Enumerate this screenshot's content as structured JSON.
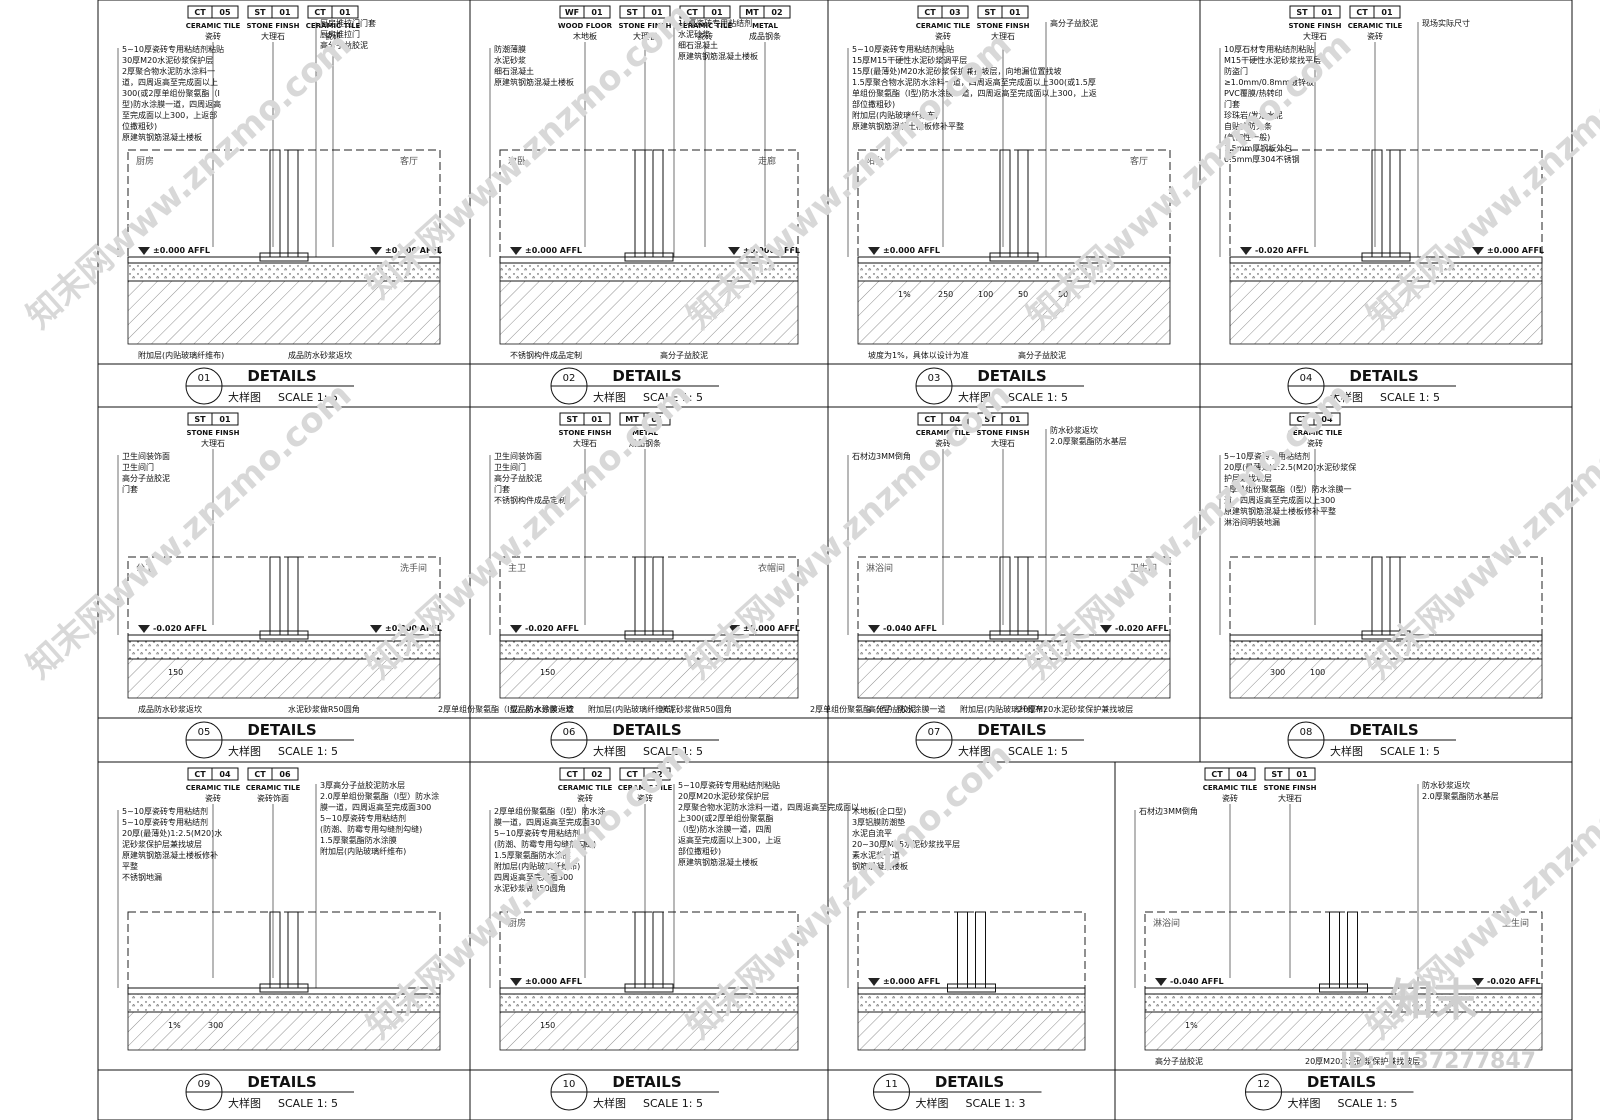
{
  "sheet": {
    "panels": [
      {
        "num": "01",
        "title": "DETAILS",
        "sub": "大样图",
        "scale": "SCALE  1: 5",
        "tags": [
          {
            "code": "CT",
            "num": "05",
            "en": "CERAMIC TILE",
            "cn": "瓷砖"
          },
          {
            "code": "ST",
            "num": "01",
            "en": "STONE FINSH",
            "cn": "大理石"
          },
          {
            "code": "CT",
            "num": "01",
            "en": "CERAMIC TILE",
            "cn": "瓷砖"
          }
        ],
        "notes_left": [
          "5~10厚瓷砖专用粘结剂粘贴",
          "30厚M20水泥砂浆保护层",
          "2厚聚合物水泥防水涂料一",
          "道，四周返高至完成面以上",
          "300(或2厚单组份聚氨酯（I",
          "型)防水涂膜一道，四周返高",
          "至完成面以上300，上返部",
          "位撒粗砂)",
          "原建筑钢筋混凝土楼板"
        ],
        "notes_right": [
          "厨房推拉门门套",
          "厨房推拉门",
          "高分子益胶泥"
        ],
        "bottom_notes": [
          "附加层(内贴玻璃纤维布)",
          "成品防水砂浆返坎"
        ],
        "rooms": [
          "厨房",
          "客厅"
        ],
        "levels": [
          "±0.000 AFFL",
          "±0.000 AFFL"
        ]
      },
      {
        "num": "02",
        "title": "DETAILS",
        "sub": "大样图",
        "scale": "SCALE  1: 5",
        "tags": [
          {
            "code": "WF",
            "num": "01",
            "en": "WOOD FLOOR",
            "cn": "木地板"
          },
          {
            "code": "ST",
            "num": "01",
            "en": "STONE FINSH",
            "cn": "大理石"
          },
          {
            "code": "CT",
            "num": "01",
            "en": "CERAMIC TILE",
            "cn": "瓷砖"
          },
          {
            "code": "MT",
            "num": "02",
            "en": "METAL",
            "cn": "成品钢条"
          }
        ],
        "notes_left": [
          "防潮薄膜",
          "水泥砂浆",
          "细石混凝土",
          "原建筑钢筋混凝土楼板"
        ],
        "notes_right": [
          "10厚瓷砖专用粘结剂",
          "水泥砂浆",
          "细石混凝土",
          "原建筑钢筋混凝土楼板"
        ],
        "bottom_notes": [
          "不锈钢构件成品定制",
          "高分子益胶泥"
        ],
        "rooms": [
          "次卧",
          "走廊"
        ],
        "levels": [
          "±0.000 AFFL",
          "±0.000 AFFL"
        ]
      },
      {
        "num": "03",
        "title": "DETAILS",
        "sub": "大样图",
        "scale": "SCALE  1: 5",
        "tags": [
          {
            "code": "CT",
            "num": "03",
            "en": "CERAMIC TILE",
            "cn": "瓷砖"
          },
          {
            "code": "ST",
            "num": "01",
            "en": "STONE FINSH",
            "cn": "大理石"
          }
        ],
        "notes_left": [
          "5~10厚瓷砖专用粘结剂粘贴",
          "15厚M15干硬性水泥砂浆调平层",
          "15厚(最薄处)M20水泥砂浆保护兼找坡层，向地漏位置找坡",
          "1.5厚聚合物水泥防水涂料一道，四周返高至完成面以上300(或1.5厚",
          "单组份聚氨酯（I型)防水涂膜一道，四周返高至完成面以上300，上返",
          "部位撒粗砂)",
          "附加层(内贴玻璃纤维布)",
          "原建筑钢筋混凝土楼板修补平整"
        ],
        "notes_right": [
          "高分子益胶泥"
        ],
        "bottom_notes": [
          "坡度为1%，具体以设计为准",
          "高分子益胶泥"
        ],
        "dims": [
          "1%",
          "250",
          "100",
          "50",
          "50"
        ],
        "rooms": [
          "阳台",
          "客厅"
        ],
        "levels": [
          "±0.000 AFFL"
        ]
      },
      {
        "num": "04",
        "title": "DETAILS",
        "sub": "大样图",
        "scale": "SCALE  1: 5",
        "tags": [
          {
            "code": "ST",
            "num": "01",
            "en": "STONE FINSH",
            "cn": "大理石"
          },
          {
            "code": "CT",
            "num": "01",
            "en": "CERAMIC TILE",
            "cn": "瓷砖"
          }
        ],
        "notes_left": [
          "10厚石材专用粘结剂粘贴",
          "M15干硬性水泥砂浆找平层",
          "防盗门",
          "≥1.0mm/0.8mm镀锌板",
          "PVC覆膜/热转印",
          "门套",
          "珍珠岩/发泡水泥",
          "自贴式防火条",
          "(气密性一般)",
          "1.5mm厚钢板外包",
          "0.5mm厚304不锈钢"
        ],
        "notes_right": [
          "现场实际尺寸"
        ],
        "bottom_notes": [],
        "rooms": [],
        "levels": [
          "-0.020 AFFL",
          "±0.000 AFFL"
        ]
      },
      {
        "num": "05",
        "title": "DETAILS",
        "sub": "大样图",
        "scale": "SCALE  1: 5",
        "tags": [
          {
            "code": "ST",
            "num": "01",
            "en": "STONE FINSH",
            "cn": "大理石"
          }
        ],
        "notes_left": [
          "卫生间装饰面",
          "卫生间门",
          "高分子益胶泥",
          "门套"
        ],
        "notes_right": [],
        "bottom_notes": [
          "成品防水砂浆返坎",
          "水泥砂浆做R50圆角",
          "2厚单组份聚氨酯（I型）防水涂膜一道",
          "附加层(内贴玻璃纤维布)"
        ],
        "dims": [
          "150"
        ],
        "rooms": [
          "公卫",
          "洗手间"
        ],
        "levels": [
          "-0.020 AFFL",
          "±0.000 AFFL"
        ]
      },
      {
        "num": "06",
        "title": "DETAILS",
        "sub": "大样图",
        "scale": "SCALE  1: 5",
        "tags": [
          {
            "code": "ST",
            "num": "01",
            "en": "STONE FINSH",
            "cn": "大理石"
          },
          {
            "code": "MT",
            "num": "01",
            "en": "METAL",
            "cn": "成品钢条"
          }
        ],
        "notes_left": [
          "卫生间装饰面",
          "卫生间门",
          "高分子益胶泥",
          "门套",
          "不锈钢构件成品定制"
        ],
        "notes_right": [],
        "bottom_notes": [
          "成品防水砂浆返坎",
          "水泥砂浆做R50圆角",
          "2厚单组份聚氨酯（I型）防水涂膜一道",
          "附加层(内贴玻璃纤维布)"
        ],
        "dims": [
          "150"
        ],
        "rooms": [
          "主卫",
          "衣帽间"
        ],
        "levels": [
          "-0.020 AFFL",
          "±0.000 AFFL"
        ]
      },
      {
        "num": "07",
        "title": "DETAILS",
        "sub": "大样图",
        "scale": "SCALE  1: 5",
        "tags": [
          {
            "code": "CT",
            "num": "04",
            "en": "CERAMIC TILE",
            "cn": "瓷砖"
          },
          {
            "code": "ST",
            "num": "01",
            "en": "STONE FINSH",
            "cn": "大理石"
          }
        ],
        "notes_left": [
          "石材边3MM倒角"
        ],
        "notes_right": [
          "防水砂浆返坎",
          "2.0厚聚氨酯防水基层"
        ],
        "bottom_notes": [
          "高分子益胶泥",
          "20厚M20水泥砂浆保护兼找坡层"
        ],
        "rooms": [
          "淋浴间",
          "卫生间"
        ],
        "levels": [
          "-0.040 AFFL",
          "-0.020 AFFL"
        ]
      },
      {
        "num": "08",
        "title": "DETAILS",
        "sub": "大样图",
        "scale": "SCALE  1: 5",
        "tags": [
          {
            "code": "CT",
            "num": "04",
            "en": "CERAMIC TILE",
            "cn": "瓷砖"
          }
        ],
        "notes_left": [
          "5~10厚瓷砖专用粘结剂",
          "20厚(最薄处)1:2.5(M20)水泥砂浆保",
          "护层兼找坡层",
          "2厚单组份聚氨酯（I型）防水涂膜一",
          "道，四周返高至完成面以上300",
          "原建筑钢筋混凝土楼板修补平整",
          "淋浴间明装地漏"
        ],
        "notes_right": [],
        "bottom_notes": [],
        "dims": [
          "300",
          "100"
        ],
        "rooms": [],
        "levels": []
      },
      {
        "num": "09",
        "title": "DETAILS",
        "sub": "大样图",
        "scale": "SCALE  1: 5",
        "tags": [
          {
            "code": "CT",
            "num": "04",
            "en": "CERAMIC TILE",
            "cn": "瓷砖"
          },
          {
            "code": "CT",
            "num": "06",
            "en": "CERAMIC TILE",
            "cn": "瓷砖饰面"
          }
        ],
        "notes_left": [
          "5~10厚瓷砖专用粘结剂",
          "5~10厚瓷砖专用粘结剂",
          "20厚(最薄处)1:2.5(M20)水",
          "泥砂浆保护层兼找坡层",
          "原建筑钢筋混凝土楼板修补",
          "平整",
          "不锈钢地漏"
        ],
        "notes_right": [
          "3厚高分子益胶泥防水层",
          "2.0厚单组份聚氨酯（I型）防水涂",
          "膜一道，四周返高至完成面300",
          "5~10厚瓷砖专用粘结剂",
          "(防潮、防霉专用勾缝剂勾缝)",
          "1.5厚聚氨酯防水涂膜",
          "附加层(内贴玻璃纤维布)"
        ],
        "bottom_notes": [],
        "dims": [
          "1%",
          "300"
        ],
        "rooms": [],
        "levels": []
      },
      {
        "num": "10",
        "title": "DETAILS",
        "sub": "大样图",
        "scale": "SCALE  1: 5",
        "tags": [
          {
            "code": "CT",
            "num": "02",
            "en": "CERAMIC TILE",
            "cn": "瓷砖"
          },
          {
            "code": "CT",
            "num": "02",
            "en": "CERAMIC TILE",
            "cn": "瓷砖"
          }
        ],
        "notes_left": [
          "2厚单组份聚氨酯（I型）防水涂",
          "膜一道，四周返高至完成面300",
          "5~10厚瓷砖专用粘结剂",
          "(防潮、防霉专用勾缝剂勾缝)",
          "1.5厚聚氨酯防水涂膜",
          "附加层(内贴玻璃纤维布)",
          "四周返高至完成面300",
          "水泥砂浆做R50圆角"
        ],
        "notes_right": [
          "5~10厚瓷砖专用粘结剂粘贴",
          "20厚M20水泥砂浆保护层",
          "2厚聚合物水泥防水涂料一道，四周返高至完成面以",
          "上300(或2厚单组份聚氨酯",
          "（I型)防水涂膜一道，四周",
          "返高至完成面以上300，上返",
          "部位撒粗砂)",
          "原建筑钢筋混凝土楼板"
        ],
        "bottom_notes": [],
        "dims": [
          "150"
        ],
        "rooms": [
          "厨房"
        ],
        "levels": [
          "±0.000 AFFL"
        ]
      },
      {
        "num": "11",
        "title": "DETAILS",
        "sub": "大样图",
        "scale": "SCALE  1: 3",
        "tags": [],
        "notes_left": [
          "木地板(企口型)",
          "3厚铝膜防潮垫",
          "水泥自流平",
          "20~30厚M15水泥砂浆找平层",
          "素水泥浆一道",
          "钢筋混凝土楼板"
        ],
        "notes_right": [],
        "bottom_notes": [],
        "rooms": [],
        "levels": [
          "±0.000 AFFL"
        ]
      },
      {
        "num": "12",
        "title": "DETAILS",
        "sub": "大样图",
        "scale": "SCALE  1: 5",
        "tags": [
          {
            "code": "CT",
            "num": "04",
            "en": "CERAMIC TILE",
            "cn": "瓷砖"
          },
          {
            "code": "ST",
            "num": "01",
            "en": "STONE FINSH",
            "cn": "大理石"
          }
        ],
        "notes_left": [
          "石材边3MM倒角"
        ],
        "notes_right": [
          "防水砂浆返坎",
          "2.0厚聚氨酯防水基层"
        ],
        "bottom_notes": [
          "高分子益胶泥",
          "20厚M20水泥砂浆保护兼找坡层"
        ],
        "dims": [
          "1%"
        ],
        "rooms": [
          "淋浴间",
          "卫生间"
        ],
        "levels": [
          "-0.040 AFFL",
          "-0.020 AFFL"
        ]
      }
    ]
  },
  "watermark": {
    "text": "知末网www.znzmo.com",
    "logo": "知末",
    "id": "ID: 1137277847"
  }
}
